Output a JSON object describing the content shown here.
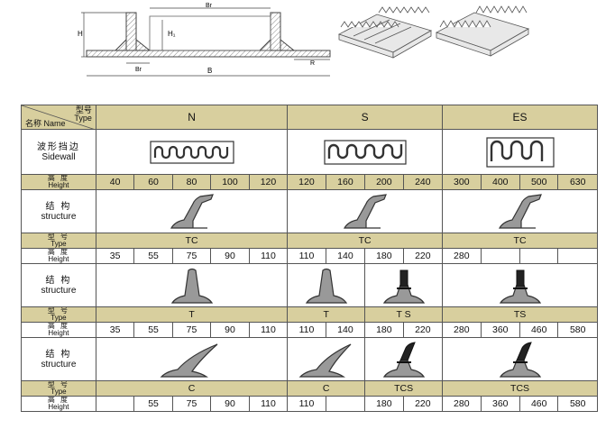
{
  "diagram": {
    "labels": {
      "H": "H",
      "H1": "H₁",
      "Br_top": "Br",
      "Br_bottom": "Br",
      "B": "B",
      "R": "R"
    }
  },
  "header": {
    "type_cn": "型号",
    "type_en": "Type",
    "name_cn": "名称",
    "name_en": "Name",
    "series": [
      "N",
      "S",
      "ES"
    ]
  },
  "sidewall": {
    "label_cn": "波形挡边",
    "label_en": "Sidewall"
  },
  "height1": {
    "label_cn": "高 度",
    "label_en": "Height",
    "values": [
      "40",
      "60",
      "80",
      "100",
      "120",
      "120",
      "160",
      "200",
      "240",
      "300",
      "400",
      "500",
      "630"
    ]
  },
  "structure": {
    "label_cn": "结 构",
    "label_en": "structure"
  },
  "type_row": {
    "label_cn": "型 号",
    "label_en": "Type"
  },
  "tc": {
    "types": [
      "TC",
      "TC",
      "TC"
    ],
    "height_label_cn": "高 度",
    "height_label_en": "Height",
    "heights": [
      "35",
      "55",
      "75",
      "90",
      "110",
      "110",
      "140",
      "180",
      "220",
      "280",
      "",
      "",
      ""
    ]
  },
  "t": {
    "types": [
      "T",
      "T",
      "T S",
      "TS"
    ],
    "heights": [
      "35",
      "55",
      "75",
      "90",
      "110",
      "110",
      "140",
      "180",
      "220",
      "280",
      "360",
      "460",
      "580"
    ]
  },
  "c": {
    "types": [
      "C",
      "C",
      "TCS",
      "TCS"
    ],
    "heights": [
      "",
      "55",
      "75",
      "90",
      "110",
      "110",
      "",
      "180",
      "220",
      "280",
      "360",
      "460",
      "580"
    ]
  }
}
